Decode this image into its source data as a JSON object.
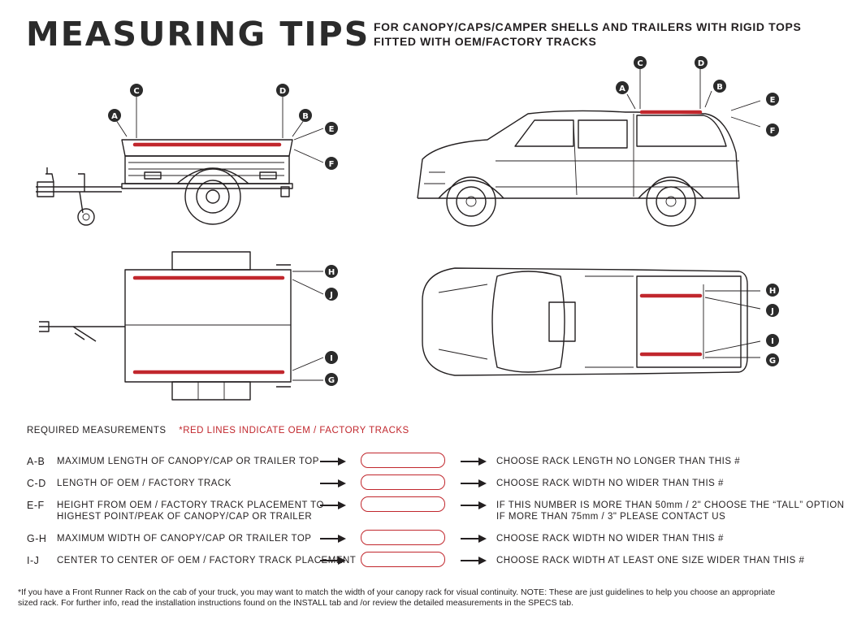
{
  "header": {
    "title": "MEASURING TIPS",
    "subtitle_line1": "FOR CANOPY/CAPS/CAMPER SHELLS AND TRAILERS WITH RIGID TOPS",
    "subtitle_line2": "FITTED WITH OEM/FACTORY TRACKS"
  },
  "labels": {
    "a": "A",
    "b": "B",
    "c": "C",
    "d": "D",
    "e": "E",
    "f": "F",
    "g": "G",
    "h": "H",
    "i": "I",
    "j": "J"
  },
  "colors": {
    "track_red": "#c1272d",
    "ink": "#231f20",
    "marker_fill": "#2b2b2b"
  },
  "required": {
    "heading": "REQUIRED MEASUREMENTS",
    "red_note": "*RED LINES INDICATE OEM / FACTORY TRACKS"
  },
  "rows": [
    {
      "code": "A-B",
      "desc1": "MAXIMUM  LENGTH OF CANOPY/CAP OR TRAILER TOP",
      "desc2": "",
      "note1": "CHOOSE RACK LENGTH NO LONGER THAN THIS #",
      "note2": ""
    },
    {
      "code": "C-D",
      "desc1": "LENGTH OF OEM / FACTORY TRACK",
      "desc2": "",
      "note1": "CHOOSE RACK WIDTH NO WIDER THAN THIS #",
      "note2": ""
    },
    {
      "code": "E-F",
      "desc1": "HEIGHT FROM OEM / FACTORY TRACK PLACEMENT TO",
      "desc2": "HIGHEST POINT/PEAK OF CANOPY/CAP OR TRAILER",
      "note1": "IF THIS NUMBER IS MORE THAN 50mm / 2\" CHOOSE THE “TALL” OPTION",
      "note2": "IF MORE THAN 75mm / 3\" PLEASE CONTACT US"
    },
    {
      "code": "G-H",
      "desc1": "MAXIMUM  WIDTH OF CANOPY/CAP OR TRAILER TOP",
      "desc2": "",
      "note1": "CHOOSE RACK WIDTH NO WIDER THAN THIS #",
      "note2": ""
    },
    {
      "code": "I-J",
      "desc1": "CENTER TO CENTER OF OEM / FACTORY TRACK PLACEMENT",
      "desc2": "",
      "note1": "CHOOSE RACK WIDTH AT LEAST ONE SIZE WIDER THAN THIS #",
      "note2": ""
    }
  ],
  "footer": {
    "line1": "*If you have a Front Runner Rack on the cab of your truck, you may want to match the width of your canopy rack for visual continuity. NOTE: These are just guidelines to help you choose an appropriate",
    "line2": "sized rack. For further info, read the installation instructions found on the INSTALL tab and /or review the detailed measurements in the SPECS tab."
  }
}
